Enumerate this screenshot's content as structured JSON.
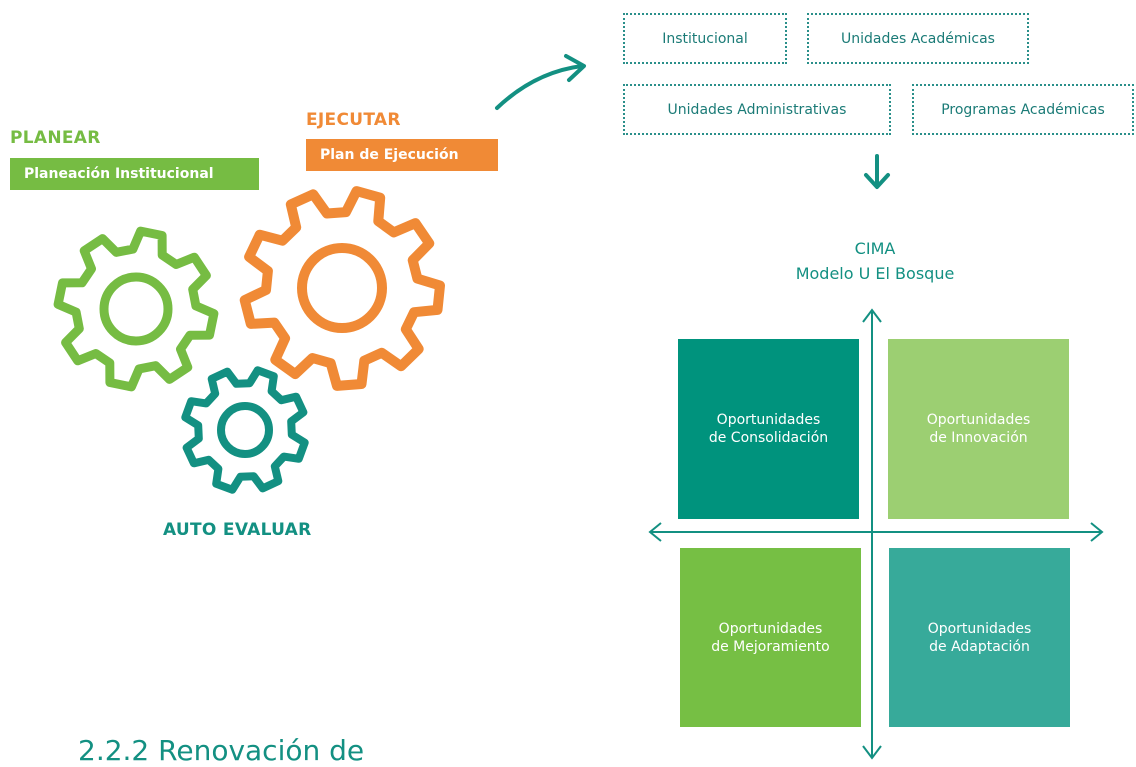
{
  "phases": {
    "planear": {
      "title": "PLANEAR",
      "subtitle": "Planeación Institucional",
      "color": "#76bc43"
    },
    "ejecutar": {
      "title": "EJECUTAR",
      "subtitle": "Plan de Ejecución",
      "color": "#f08a36"
    },
    "autoevaluar": {
      "title": "AUTO EVALUAR",
      "color": "#139082"
    }
  },
  "units": [
    "Institucional",
    "Unidades Académicas",
    "Unidades Administrativas",
    "Programas Académicas"
  ],
  "cima": {
    "line1": "CIMA",
    "line2": "Modelo U El Bosque",
    "color": "#139082"
  },
  "quadrants": [
    {
      "line1": "Oportunidades",
      "line2": "de Consolidación",
      "color": "#00937d"
    },
    {
      "line1": "Oportunidades",
      "line2": "de Innovación",
      "color": "#9ccf72"
    },
    {
      "line1": "Oportunidades",
      "line2": "de Mejoramiento",
      "color": "#76bf44"
    },
    {
      "line1": "Oportunidades",
      "line2": "de Adaptación",
      "color": "#37aa9a"
    }
  ],
  "heading": "2.2.2 Renovación de"
}
